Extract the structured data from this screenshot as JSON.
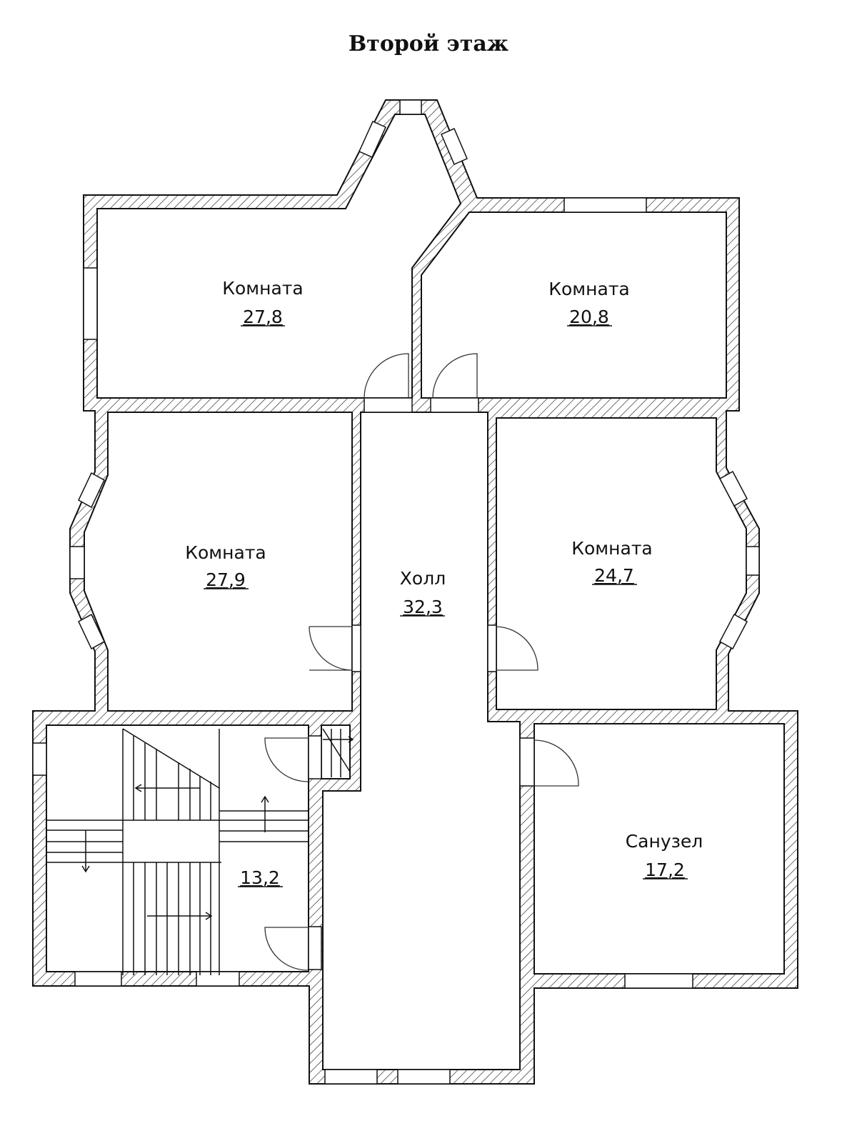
{
  "title": "Второй этаж",
  "rooms": [
    {
      "name": "Комната",
      "area": "27,8"
    },
    {
      "name": "Комната",
      "area": "20,8"
    },
    {
      "name": "Комната",
      "area": "27,9"
    },
    {
      "name": "Холл",
      "area": "32,3"
    },
    {
      "name": "Комната",
      "area": "24,7"
    },
    {
      "name": "Санузел",
      "area": "17,2"
    },
    {
      "name": "",
      "area": "13,2"
    }
  ],
  "colors": {
    "line": "#111111",
    "background": "#ffffff"
  }
}
